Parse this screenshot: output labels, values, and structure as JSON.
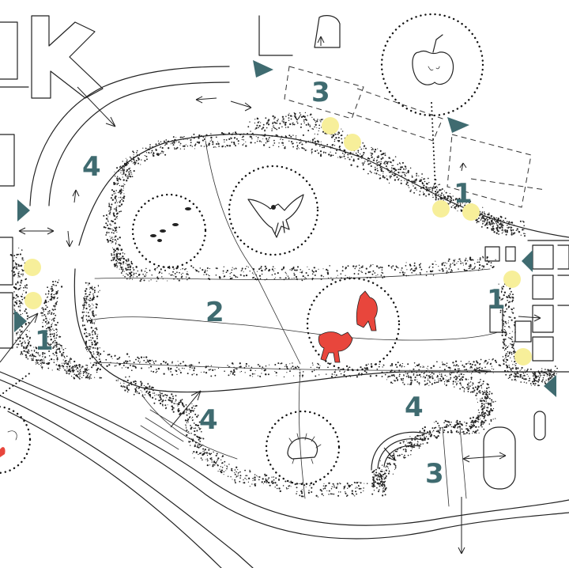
{
  "map": {
    "zone_labels": [
      {
        "id": "zone-1-left",
        "text": "1"
      },
      {
        "id": "zone-1-top-right",
        "text": "1"
      },
      {
        "id": "zone-1-right",
        "text": "1"
      },
      {
        "id": "zone-2-center",
        "text": "2"
      },
      {
        "id": "zone-3-top",
        "text": "3"
      },
      {
        "id": "zone-3-bottom",
        "text": "3"
      },
      {
        "id": "zone-4-top-left",
        "text": "4"
      },
      {
        "id": "zone-4-bottom-center",
        "text": "4"
      },
      {
        "id": "zone-4-bottom-right",
        "text": "4"
      }
    ],
    "colors": {
      "zone_number": "#3f6b70",
      "marker": "#f7ef9a",
      "entrance": "#3f6b70",
      "fox": "#e8463c",
      "ink": "#222222"
    },
    "icons": [
      "apple-icon",
      "bird-icon",
      "footprints-icon",
      "fox-icon",
      "hedgehog-icon",
      "entrance-triangle-icon",
      "arrow-icon"
    ]
  }
}
